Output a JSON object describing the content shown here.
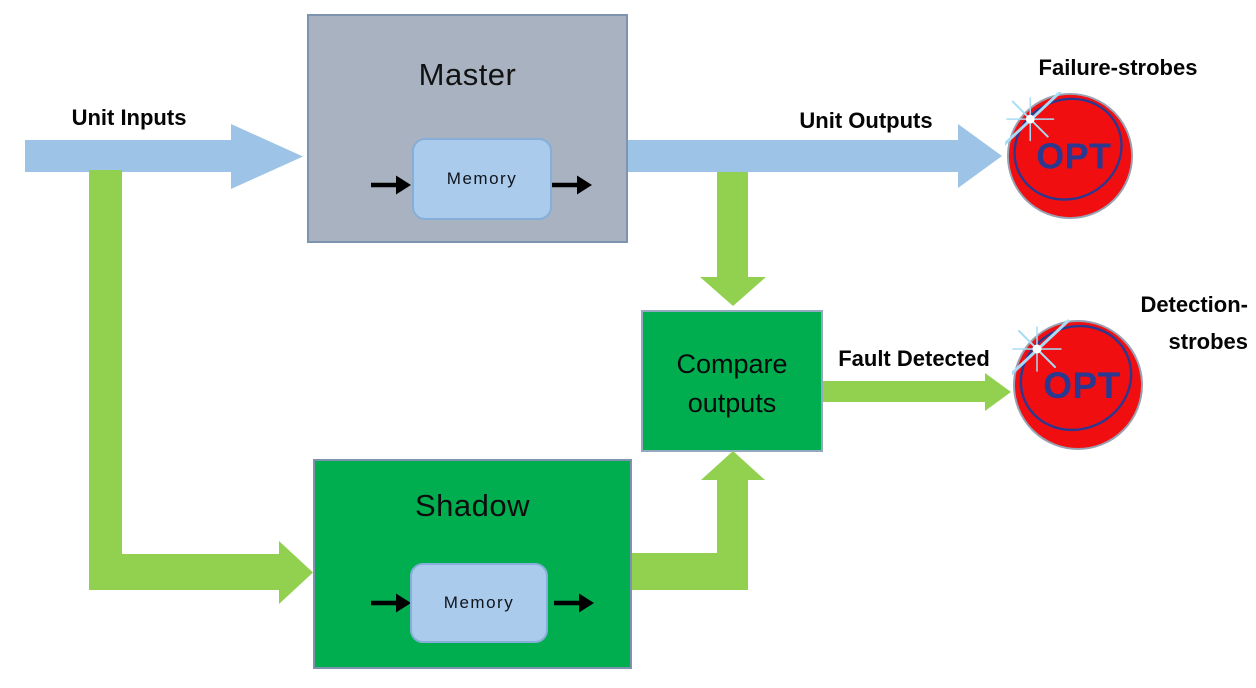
{
  "flows": {
    "unit_inputs": "Unit Inputs",
    "unit_outputs": "Unit Outputs",
    "fault_detected": "Fault Detected"
  },
  "blocks": {
    "master": {
      "title": "Master",
      "memory": "Memory"
    },
    "shadow": {
      "title": "Shadow",
      "memory": "Memory"
    },
    "compare": {
      "line1": "Compare",
      "line2": "outputs"
    }
  },
  "strobes": {
    "failure_label": "Failure-strobes",
    "detection_label_line1": "Detection-",
    "detection_label_line2": "strobes",
    "logo_text": "OPT"
  },
  "colors": {
    "flow_blue": "#9DC3E6",
    "connector_green": "#92D050",
    "block_green": "#00AE50",
    "master_gray": "#A8B2C1",
    "memory_blue": "#AACBEB",
    "box_border_slate": "#7E94AE",
    "logo_red": "#F10E11",
    "logo_navy": "#2B3890",
    "sparkle_blue": "#A7DCF6",
    "text_black": "#050505"
  }
}
